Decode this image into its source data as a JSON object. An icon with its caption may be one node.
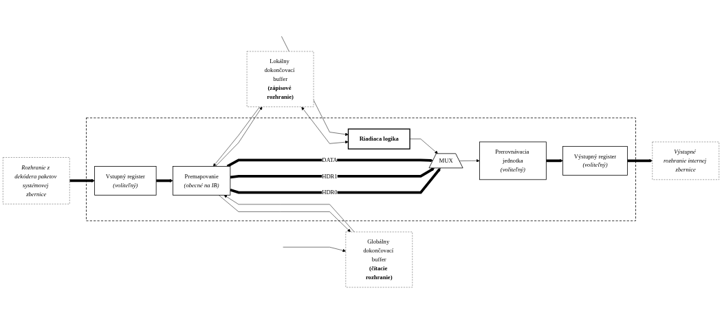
{
  "diagram": {
    "nodes": [
      {
        "text": [
          "Rozhranie z dekódera paketov systémovej zbernice"
        ]
      },
      {
        "text": [],
        "shape": "box"
      },
      {
        "text": [
          "Vstupný register",
          "(voliteľný)"
        ],
        "in": 1
      },
      {
        "text": [
          "Premapovanie",
          "(obecné na IB)"
        ],
        "in": 1
      },
      {
        "text": [
          "MUX"
        ],
        "in": 1
      },
      {
        "text": [
          "Prerovnávacia jednotka",
          "(voliteľný)"
        ],
        "in": 1
      },
      {
        "text": [
          "Výstupný register",
          "(voliteľný)"
        ],
        "in": 1
      },
      {
        "text": [
          "Výstupné rozhranie internej zbernice"
        ]
      },
      {
        "text": [
          "Globálny dokončovací buffer",
          "(čítacie rozhranie)"
        ]
      },
      {
        "text": [
          "Lokálny dokončovací buffer",
          "(zápisové rozhranie)"
        ]
      },
      {
        "text": [
          "Riadiaca logika"
        ],
        "in": 1
      }
    ],
    "edges": [
      {
        "from": 0,
        "to": 2,
        "arrow": "to",
        "style": "thick"
      },
      {
        "from": 2,
        "to": 3,
        "arrow": "to",
        "style": "thick"
      },
      {
        "from": 3,
        "to": 4,
        "arrow": "to",
        "style": "thick",
        "label": "HDR0"
      },
      {
        "from": 3,
        "to": 4,
        "arrow": "to",
        "style": "thick",
        "label": "HDR1"
      },
      {
        "from": 3,
        "to": 4,
        "arrow": "to",
        "style": "thick",
        "label": "DATA"
      },
      {
        "from": 4,
        "to": 5,
        "arrow": "to"
      },
      {
        "from": 5,
        "to": 6,
        "arrow": "to",
        "style": "thick"
      },
      {
        "from": 6,
        "to": 7,
        "arrow": "to",
        "style": "thick"
      },
      {
        "from": 3,
        "to": 8,
        "arrow": "to"
      },
      {
        "from": 8,
        "to": 3,
        "arrow": "to"
      },
      {
        "from": 3,
        "to": 9,
        "arrow": "to"
      },
      {
        "from": 9,
        "to": 3,
        "arrow": "to"
      },
      {
        "from": 9,
        "to": 10,
        "arrow": "both"
      },
      {
        "from": 10,
        "to": 4,
        "arrow": "to"
      },
      {
        "from": null,
        "to": 8,
        "arrow": "to"
      },
      {
        "from": null,
        "to": 10,
        "arrow": "to"
      }
    ]
  }
}
